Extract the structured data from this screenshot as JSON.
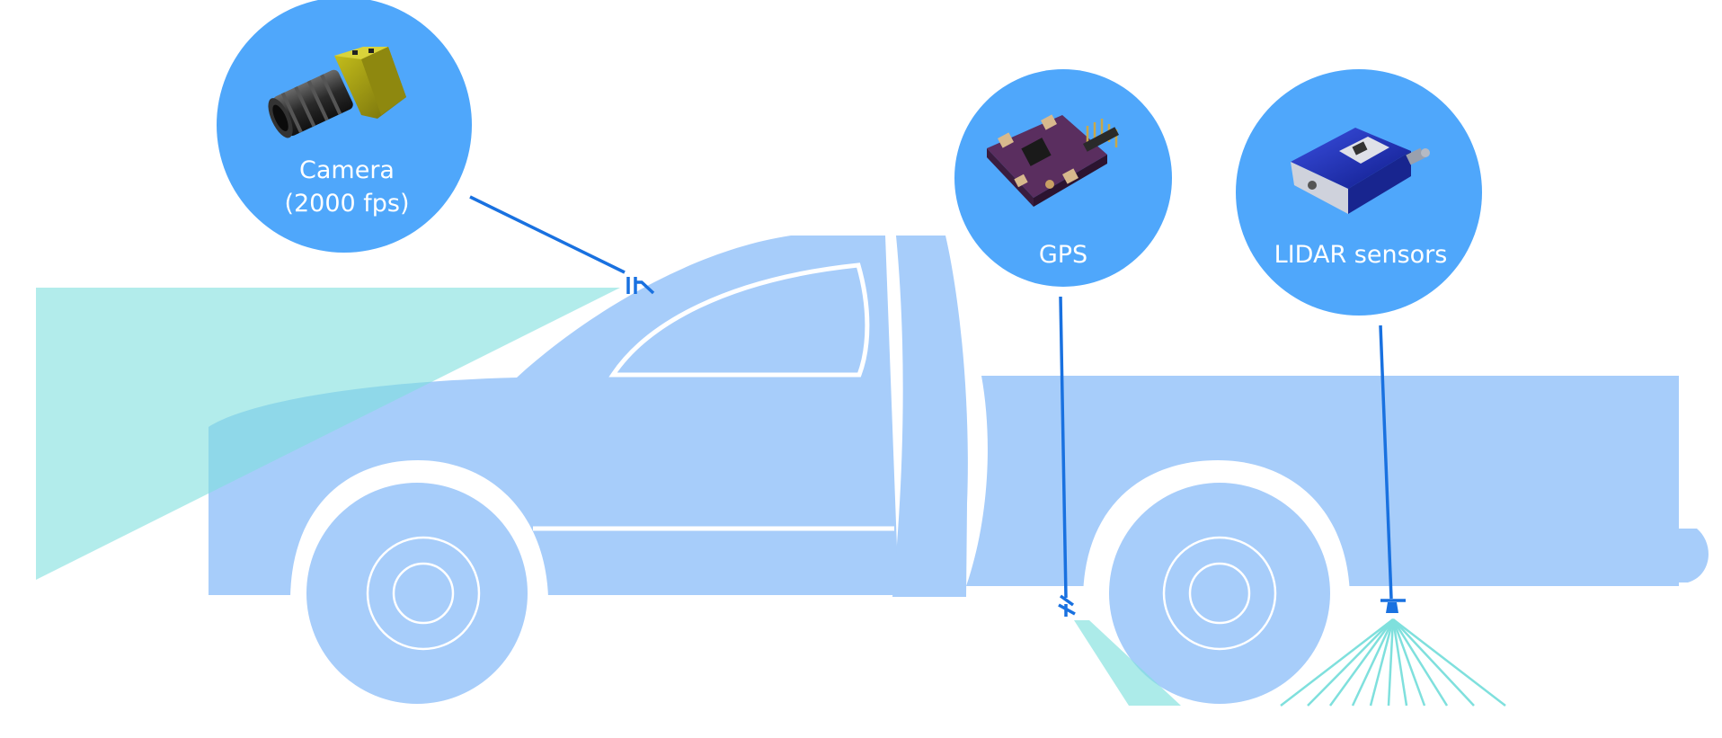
{
  "diagram": {
    "sensors": [
      {
        "id": "camera",
        "label_line1": "Camera",
        "label_line2": "(2000 fps)",
        "icon": "camera-icon"
      },
      {
        "id": "gps",
        "label_line1": "GPS",
        "icon": "gps-board-icon"
      },
      {
        "id": "lidar",
        "label_line1": "LIDAR sensors",
        "icon": "lidar-unit-icon"
      }
    ],
    "colors": {
      "truck": "#a7cdfa",
      "bubble": "#4fa7fb",
      "leader_line": "#1971e0",
      "field_of_view": "#7fe0dd"
    }
  }
}
